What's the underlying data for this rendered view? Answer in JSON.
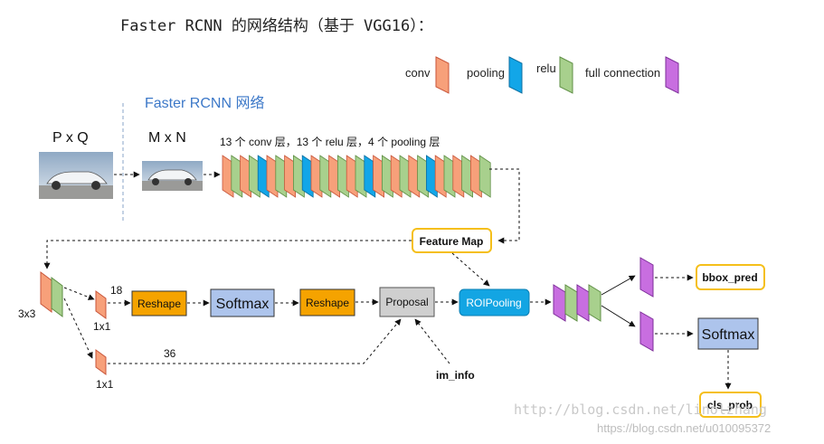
{
  "title": "Faster RCNN 的网络结构（基于 VGG16）：",
  "legend": {
    "conv": "conv",
    "pooling": "pooling",
    "relu": "relu",
    "fc": "full connection"
  },
  "network_label": "Faster RCNN 网络",
  "input_label": "P x Q",
  "resized_label": "M x N",
  "conv_stack_caption": "13 个 conv 层，13 个 relu 层，4 个 pooling 层",
  "feature_map": "Feature Map",
  "kernel_3x3": "3x3",
  "kernel_1x1_top": "1x1",
  "kernel_1x1_bottom": "1x1",
  "channels_18": "18",
  "channels_36": "36",
  "reshape_1": "Reshape",
  "softmax_rpn": "Softmax",
  "reshape_2": "Reshape",
  "proposal": "Proposal",
  "roi_pooling": "ROIPooling",
  "im_info": "im_info",
  "bbox_pred": "bbox_pred",
  "softmax_cls": "Softmax",
  "cls_prob": "cls_prob",
  "watermark_1": "http://blog.csdn.net/linolzhang",
  "watermark_2": "https://blog.csdn.net/u010095372",
  "colors": {
    "conv": "#f7a07a",
    "pooling": "#12a6e8",
    "relu": "#a8d08d",
    "fc": "#c86ee0",
    "reshape": "#f5a300",
    "softmax": "#adc4ec",
    "proposal": "#cfcfcf",
    "roipooling": "#13a5e3",
    "highlight_border": "#f5bf1a",
    "network_label": "#3c78c8"
  }
}
